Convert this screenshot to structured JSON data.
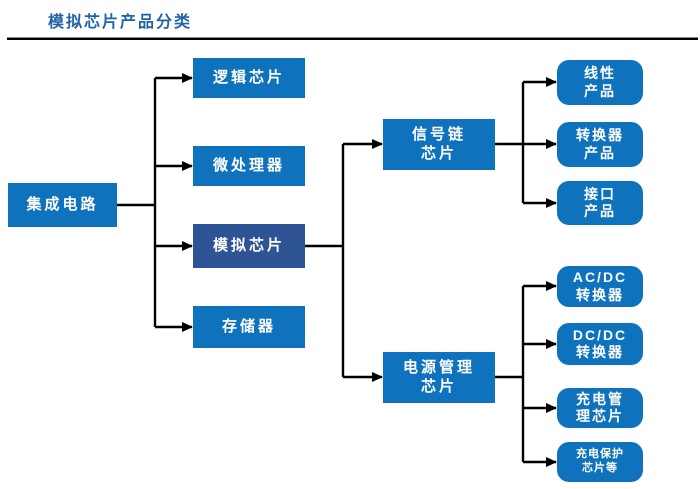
{
  "title": "模拟芯片产品分类",
  "colors": {
    "primary_blue": "#0e72bc",
    "dark_blue": "#2f5496",
    "title_blue": "#2263a8",
    "connector_black": "#000000",
    "node_text": "#ffffff"
  },
  "nodes": {
    "root": {
      "label": "集成电路"
    },
    "level2": [
      {
        "label": "逻辑芯片"
      },
      {
        "label": "微处理器"
      },
      {
        "label": "模拟芯片"
      },
      {
        "label": "存储器"
      }
    ],
    "level3": [
      {
        "label": "信号链\n芯片"
      },
      {
        "label": "电源管理\n芯片"
      }
    ],
    "signal_children": [
      {
        "label": "线性\n产品"
      },
      {
        "label": "转换器\n产品"
      },
      {
        "label": "接口\n产品"
      }
    ],
    "power_children": [
      {
        "label": "AC/DC\n转换器"
      },
      {
        "label": "DC/DC\n转换器"
      },
      {
        "label": "充电管\n理芯片"
      },
      {
        "label": "充电保护\n芯片等"
      }
    ]
  }
}
